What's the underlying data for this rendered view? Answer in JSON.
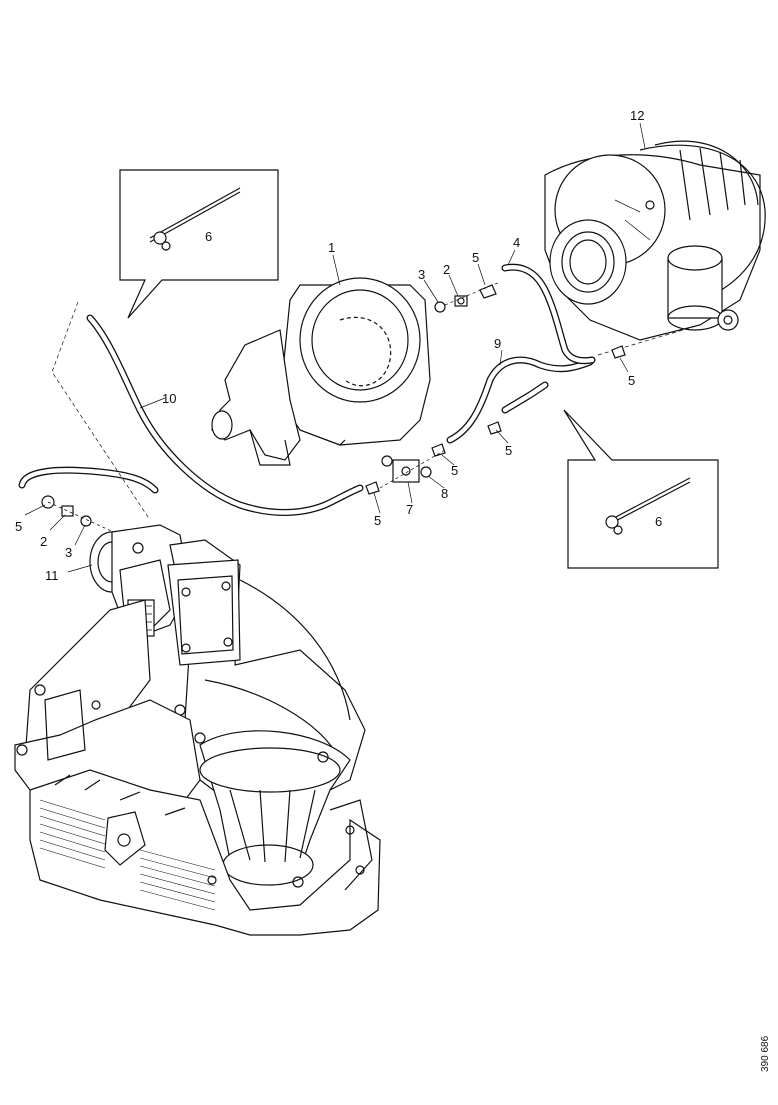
{
  "labels": {
    "p1": "1",
    "p2a": "2",
    "p2b": "2",
    "p3a": "3",
    "p3b": "3",
    "p4": "4",
    "p5a": "5",
    "p5b": "5",
    "p5c": "5",
    "p5d": "5",
    "p5e": "5",
    "p5f": "5",
    "p6a": "6",
    "p6b": "6",
    "p7": "7",
    "p8": "8",
    "p9": "9",
    "p10": "10",
    "p11": "11",
    "p12": "12"
  },
  "doc_number": "390 686"
}
